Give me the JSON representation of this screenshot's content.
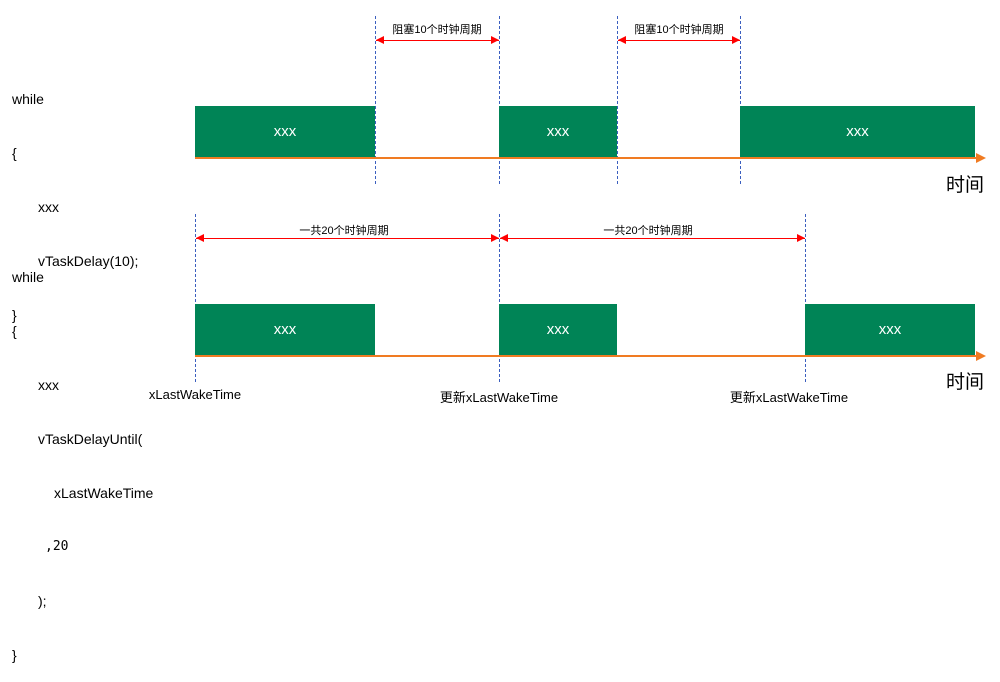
{
  "top": {
    "code_lines": [
      "while",
      "{",
      "xxx",
      "vTaskDelay(10);",
      "}"
    ],
    "blocks": [
      "xxx",
      "xxx",
      "xxx"
    ],
    "spans": [
      "阻塞10个时钟周期",
      "阻塞10个时钟周期"
    ],
    "time_label": "时间"
  },
  "bottom": {
    "code_lines": [
      "while",
      "{",
      "xxx",
      "vTaskDelayUntil(",
      "xLastWakeTime",
      ",20",
      ");",
      "}"
    ],
    "blocks": [
      "xxx",
      "xxx",
      "xxx"
    ],
    "spans": [
      "一共20个时钟周期",
      "一共20个时钟周期"
    ],
    "markers": [
      "xLastWakeTime",
      "更新xLastWakeTime",
      "更新xLastWakeTime"
    ],
    "time_label": "时间"
  },
  "colors": {
    "block": "#008456",
    "axis": "#f07b22",
    "span_arrow": "#ff0000",
    "guide_line": "#3b5fbf"
  }
}
